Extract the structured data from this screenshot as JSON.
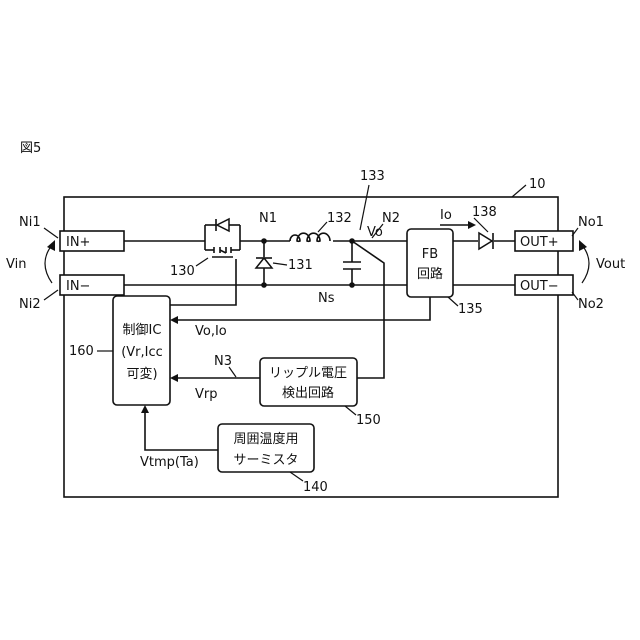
{
  "figure": {
    "label": "図5"
  },
  "device": {
    "ref": "10"
  },
  "terminals": {
    "in_plus": "IN+",
    "in_minus": "IN−",
    "out_plus": "OUT+",
    "out_minus": "OUT−"
  },
  "nodes": {
    "ni1": "Ni1",
    "ni2": "Ni2",
    "no1": "No1",
    "no2": "No2",
    "n1": "N1",
    "n2": "N2",
    "n3": "N3",
    "ns": "Ns"
  },
  "signals": {
    "vin": "Vin",
    "vout": "Vout",
    "vo": "Vo",
    "io": "Io",
    "vo_io": "Vo,Io",
    "vrp": "Vrp",
    "vtmp": "Vtmp(Ta)"
  },
  "blocks": {
    "fb": {
      "line1": "FB",
      "line2": "回路",
      "ref": "135"
    },
    "control_ic": {
      "line1": "制御IC",
      "line2": "(Vr,Icc",
      "line3": "可変)",
      "ref": "160"
    },
    "ripple": {
      "line1": "リップル電圧",
      "line2": "検出回路",
      "ref": "150"
    },
    "thermistor": {
      "line1": "周囲温度用",
      "line2": "サーミスタ",
      "ref": "140"
    }
  },
  "components": {
    "switch_ref": "130",
    "diode_ref": "131",
    "inductor_ref": "132",
    "capacitor_ref": "133",
    "output_diode_ref": "138"
  }
}
